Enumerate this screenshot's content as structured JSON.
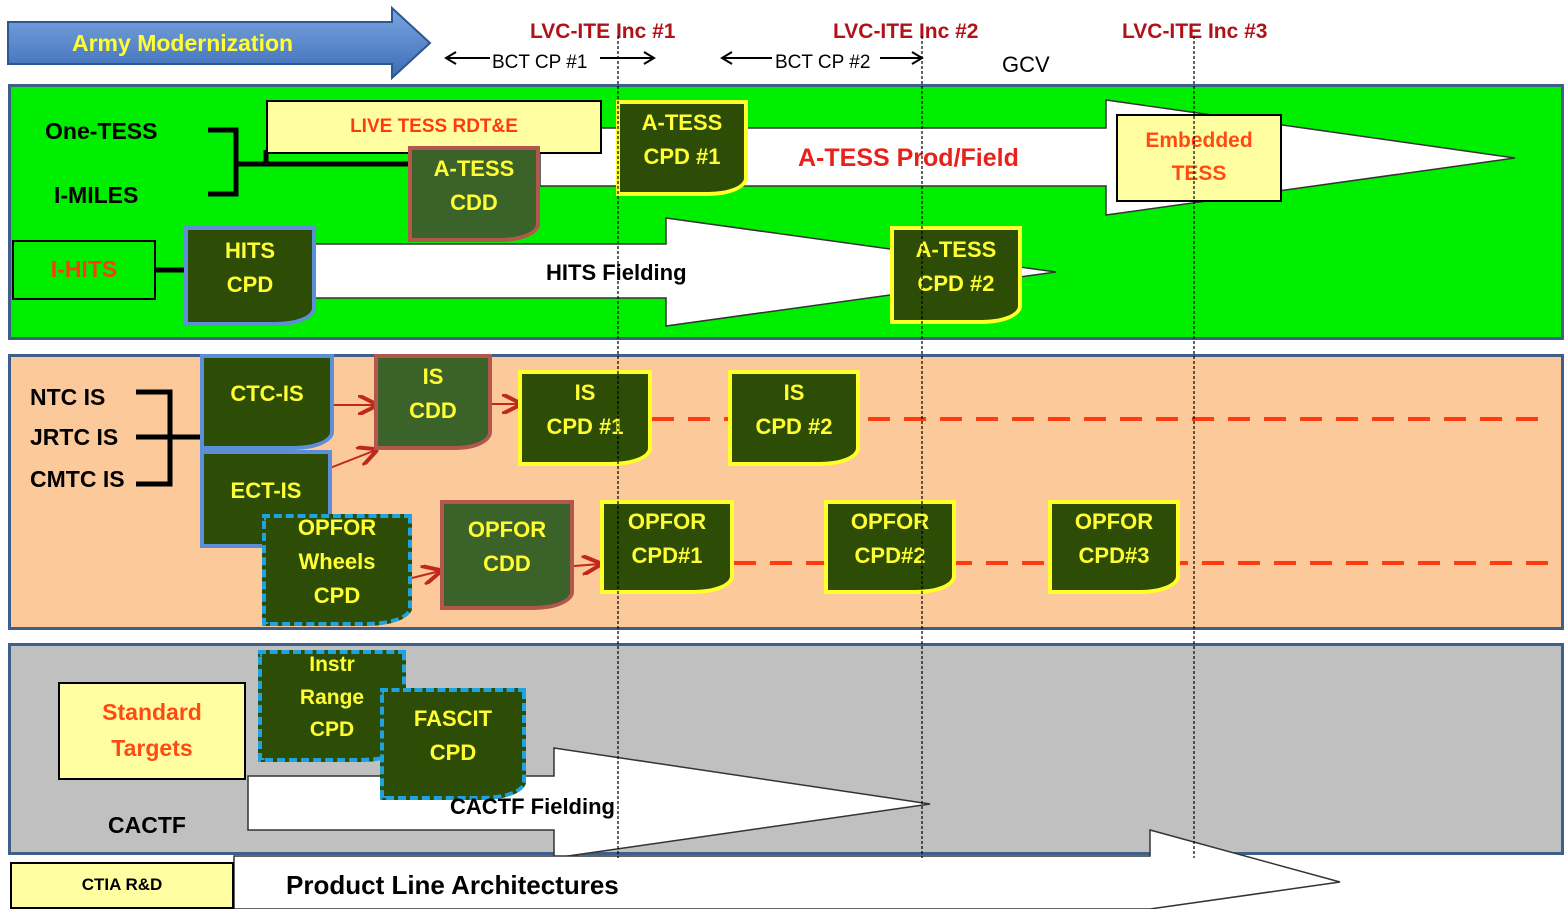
{
  "header": {
    "army_modernization": "Army Modernization",
    "inc1": "LVC-ITE Inc #1",
    "inc2": "LVC-ITE Inc #2",
    "inc3": "LVC-ITE Inc #3",
    "bct1": "BCT CP #1",
    "bct2": "BCT CP #2",
    "gcv": "GCV"
  },
  "live": {
    "one_tess": "One-TESS",
    "i_miles": "I-MILES",
    "i_hits": "I-HITS",
    "live_tess": "LIVE TESS  RDT&E",
    "atess_cdd": "A-TESS\nCDD",
    "atess_cpd1": "A-TESS\nCPD #1",
    "atess_prod": "A-TESS Prod/Field",
    "embedded": "Embedded\nTESS",
    "hits_cpd": "HITS\nCPD",
    "hits_fielding": "HITS Fielding",
    "atess_cpd2": "A-TESS\nCPD #2"
  },
  "ctc": {
    "ntc": "NTC IS",
    "jrtc": "JRTC IS",
    "cmtc": "CMTC IS",
    "ctc_is": "CTC-IS",
    "ect_is": "ECT-IS",
    "is_cdd": "IS\nCDD",
    "is_cpd1": "IS\nCPD #1",
    "is_cpd2": "IS\nCPD #2",
    "opfor_wheels": "OPFOR\nWheels\nCPD",
    "opfor_cdd": "OPFOR\nCDD",
    "opfor_cpd1": "OPFOR\nCPD#1",
    "opfor_cpd2": "OPFOR\nCPD#2",
    "opfor_cpd3": "OPFOR\nCPD#3"
  },
  "constructive": {
    "standard_targets": "Standard\nTargets",
    "instr_range": "Instr\nRange\nCPD",
    "fascit": "FASCIT\nCPD",
    "cactf_fielding": "CACTF Fielding",
    "cactf": "CACTF"
  },
  "footer": {
    "ctia": "CTIA R&D",
    "product_line": "Product Line Architectures"
  },
  "colors": {
    "live_band": "#00ee00",
    "ctc_band": "#fcc99a",
    "gray_band": "#c0c0c0",
    "doc_fill": "#2d4d06",
    "doc_text": "#ffff33",
    "dash_red": "#ff3a0e"
  }
}
